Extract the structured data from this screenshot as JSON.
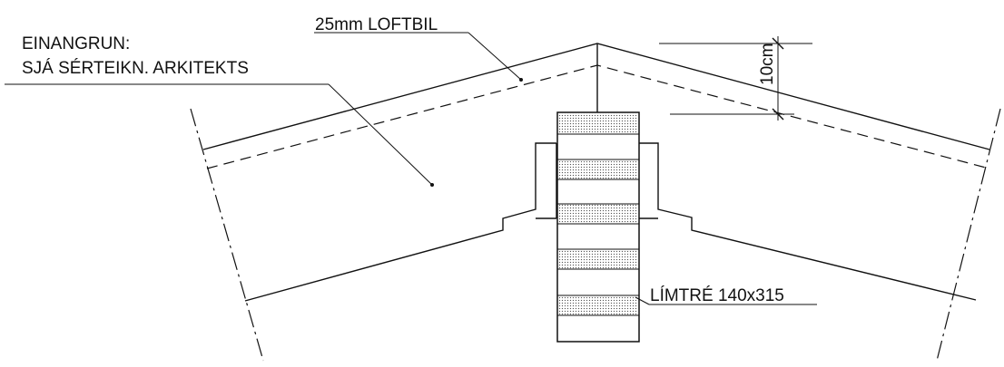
{
  "labels": {
    "insulation_line1": "EINANGRUN:",
    "insulation_line2": "SJÁ SÉRTEIKN. ARKITEKTS",
    "loftbil": "25mm LOFTBIL",
    "dimension": "10cm",
    "glulam": "LÍMTRÉ 140x315"
  }
}
